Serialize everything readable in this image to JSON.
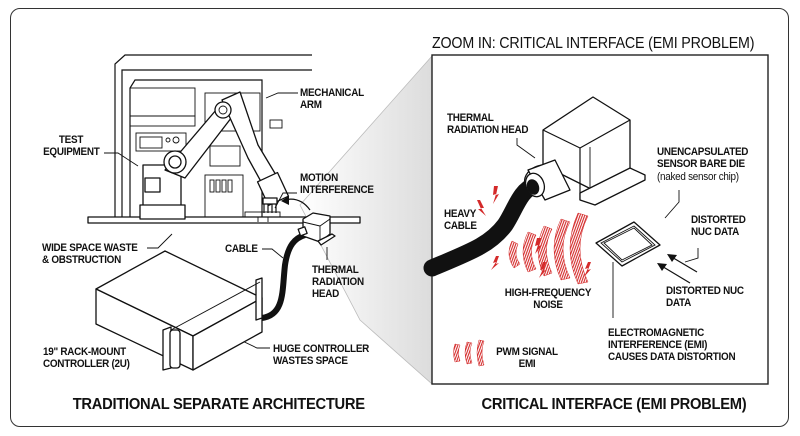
{
  "left_panel": {
    "caption": "TRADITIONAL SEPARATE ARCHITECTURE",
    "labels": {
      "mechanical_arm": "MECHANICAL\nARM",
      "test_equipment": "TEST\nEQUIPMENT",
      "motion_interference": "MOTION\nINTERFERENCE",
      "wide_space_waste": "WIDE SPACE WASTE\n& OBSTRUCTION",
      "cable": "CABLE",
      "thermal_radiation_head": "THERMAL\nRADIATION\nHEAD",
      "rack_mount_controller": "19\" RACK-MOUNT\nCONTROLLER (2U)",
      "huge_controller": "HUGE CONTROLLER\nWASTES SPACE"
    }
  },
  "right_panel": {
    "zoom_title": "ZOOM IN: CRITICAL INTERFACE (EMI PROBLEM)",
    "caption": "CRITICAL INTERFACE (EMI PROBLEM)",
    "labels": {
      "thermal_radiation_head": "THERMAL\nRADIATION HEAD",
      "unencapsulated_sensor": "UNENCAPSULATED\nSENSOR BARE DIE",
      "naked_sensor_chip": "(naked sensor chip)",
      "heavy_cable": "HEAVY\nCABLE",
      "distorted_nuc_data_1": "DISTORTED\nNUC DATA",
      "distorted_nuc_data_2": "DISTORTED NUC\nDATA",
      "high_frequency_noise": "HIGH-FREQUENCY\nNOISE",
      "emi_causes": "ELECTROMAGNETIC\nINTERFERENCE (EMI)\nCAUSES DATA DISTORTION",
      "legend_pwm": "PWM SIGNAL\nEMI"
    }
  },
  "colors": {
    "emi_red": "#d42a2a",
    "line": "#111111",
    "funnel_shade": "#e4e4e4"
  }
}
